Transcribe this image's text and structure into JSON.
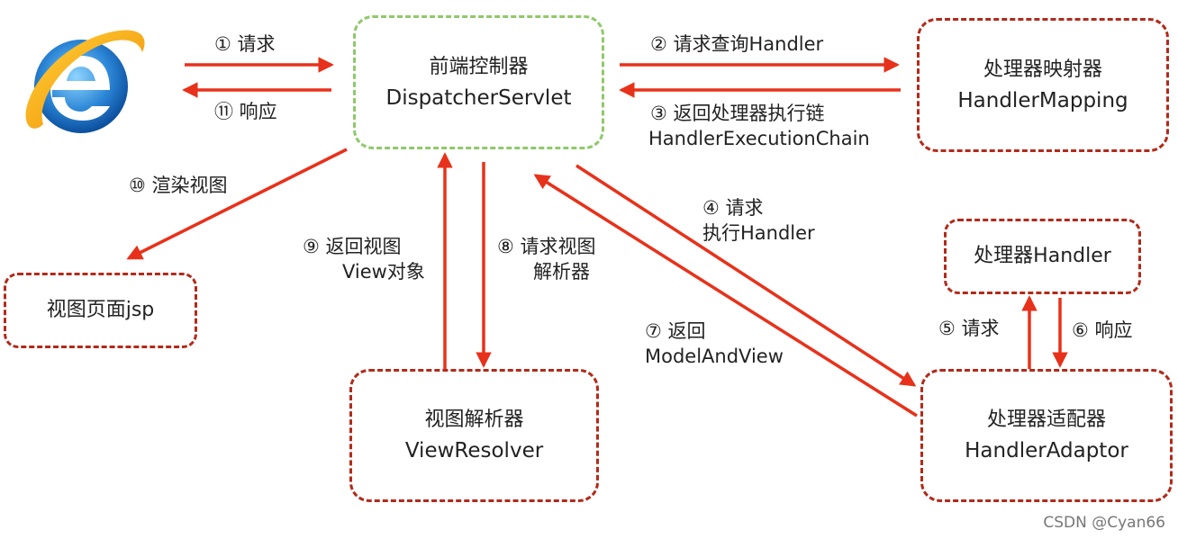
{
  "nodes": {
    "browser": {
      "icon": "browser-e-icon"
    },
    "dispatcher": {
      "cn": "前端控制器",
      "en": "DispatcherServlet"
    },
    "handler_mapping": {
      "cn": "处理器映射器",
      "en": "HandlerMapping"
    },
    "view_page": {
      "cn": "视图页面jsp"
    },
    "view_resolver": {
      "cn": "视图解析器",
      "en": "ViewResolver"
    },
    "handler": {
      "cn": "处理器Handler"
    },
    "handler_adaptor": {
      "cn": "处理器适配器",
      "en": "HandlerAdaptor"
    }
  },
  "steps": {
    "s1": "① 请求",
    "s11": "⑪ 响应",
    "s2": "② 请求查询Handler",
    "s3_l1": "③ 返回处理器执行链",
    "s3_l2": "HandlerExecutionChain",
    "s10": "⑩ 渲染视图",
    "s9_l1": "⑨ 返回视图",
    "s9_l2": "View对象",
    "s8_l1": "⑧ 请求视图",
    "s8_l2": "解析器",
    "s4_l1": "④ 请求",
    "s4_l2": "执行Handler",
    "s7_l1": "⑦ 返回",
    "s7_l2": "ModelAndView",
    "s5": "⑤ 请求",
    "s6": "⑥ 响应"
  },
  "colors": {
    "arrow": "#e8311a",
    "box_border": "#b22a1a",
    "dispatcher_border": "#8fc96a"
  },
  "footer": "CSDN @Cyan66"
}
